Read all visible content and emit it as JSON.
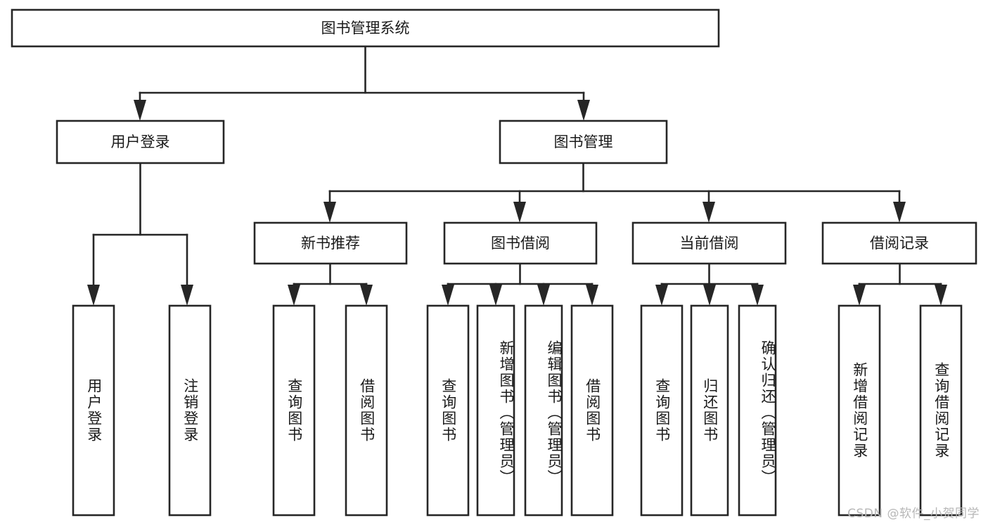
{
  "diagram": {
    "type": "tree-hierarchy",
    "title": "图书管理系统",
    "root": {
      "id": "root",
      "label": "图书管理系统",
      "orientation": "horizontal"
    },
    "level2": [
      {
        "id": "user-login",
        "label": "用户登录",
        "orientation": "horizontal"
      },
      {
        "id": "book-manage",
        "label": "图书管理",
        "orientation": "horizontal"
      }
    ],
    "level3": [
      {
        "id": "new-book-recommend",
        "label": "新书推荐",
        "orientation": "horizontal",
        "parent": "book-manage"
      },
      {
        "id": "book-borrow",
        "label": "图书借阅",
        "orientation": "horizontal",
        "parent": "book-manage"
      },
      {
        "id": "current-borrow",
        "label": "当前借阅",
        "orientation": "horizontal",
        "parent": "book-manage"
      },
      {
        "id": "borrow-record",
        "label": "借阅记录",
        "orientation": "horizontal",
        "parent": "book-manage"
      }
    ],
    "leaves": [
      {
        "id": "leaf-user-login",
        "label": "用户登录",
        "orientation": "vertical",
        "parent": "user-login"
      },
      {
        "id": "leaf-user-logout",
        "label": "注销登录",
        "orientation": "vertical",
        "parent": "user-login"
      },
      {
        "id": "leaf-query-book-1",
        "label": "查询图书",
        "orientation": "vertical",
        "parent": "new-book-recommend"
      },
      {
        "id": "leaf-borrow-book-1",
        "label": "借阅图书",
        "orientation": "vertical",
        "parent": "new-book-recommend"
      },
      {
        "id": "leaf-query-book-2",
        "label": "查询图书",
        "orientation": "vertical",
        "parent": "book-borrow"
      },
      {
        "id": "leaf-add-book",
        "label": "新增图书（管理员）",
        "orientation": "vertical",
        "parent": "book-borrow"
      },
      {
        "id": "leaf-edit-book",
        "label": "编辑图书（管理员）",
        "orientation": "vertical",
        "parent": "book-borrow"
      },
      {
        "id": "leaf-borrow-book-2",
        "label": "借阅图书",
        "orientation": "vertical",
        "parent": "book-borrow"
      },
      {
        "id": "leaf-query-book-3",
        "label": "查询图书",
        "orientation": "vertical",
        "parent": "current-borrow"
      },
      {
        "id": "leaf-return-book",
        "label": "归还图书",
        "orientation": "vertical",
        "parent": "current-borrow"
      },
      {
        "id": "leaf-confirm-return",
        "label": "确认归还（管理员）",
        "orientation": "vertical",
        "parent": "current-borrow"
      },
      {
        "id": "leaf-add-record",
        "label": "新增借阅记录",
        "orientation": "vertical",
        "parent": "borrow-record"
      },
      {
        "id": "leaf-query-record",
        "label": "查询借阅记录",
        "orientation": "vertical",
        "parent": "borrow-record"
      }
    ],
    "colors": {
      "box_stroke": "#262626",
      "box_fill": "#ffffff",
      "text": "#1a1a1a",
      "connector": "#262626",
      "watermark": "#b7b7b7",
      "background": "#ffffff"
    }
  },
  "watermark": {
    "text": "CSDN @软件_小贺同学"
  }
}
